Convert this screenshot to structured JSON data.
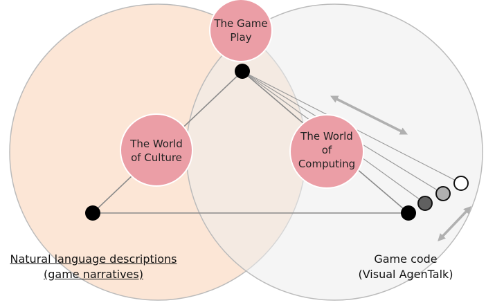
{
  "concepts": {
    "game_play": {
      "line1": "The Game",
      "line2": "Play",
      "color": "#eb9ea6"
    },
    "culture": {
      "line1": "The World",
      "line2": "of Culture",
      "color": "#eb9ea6"
    },
    "computing": {
      "line1": "The World",
      "line2": "of",
      "line3": "Computing",
      "color": "#eb9ea6"
    }
  },
  "regions": {
    "narrative": {
      "line1": "Natural language descriptions",
      "line2": "(game narratives)",
      "color": "#fbe0cc"
    },
    "code": {
      "line1": "Game code",
      "line2": "(Visual AgenTalk)",
      "color": "#ececec"
    }
  },
  "markers": {
    "vertex_color": "#000000",
    "gradient_colors": [
      "#606060",
      "#b0b0b0",
      "#ffffff"
    ]
  },
  "arrow_color": "#b0b0b0"
}
